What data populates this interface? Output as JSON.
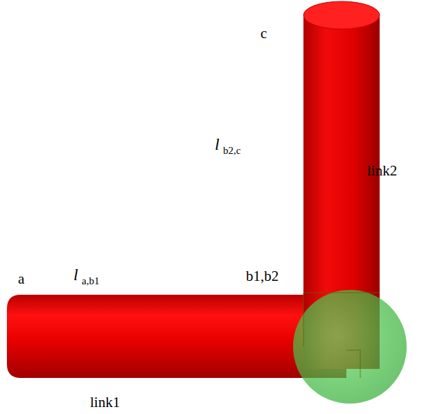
{
  "diagram": {
    "labels": [
      "a",
      "l⃗",
      "a,b1",
      "b1,b2",
      "c",
      "l⃗",
      "b2,c",
      "link2",
      "link1"
    ]
  }
}
